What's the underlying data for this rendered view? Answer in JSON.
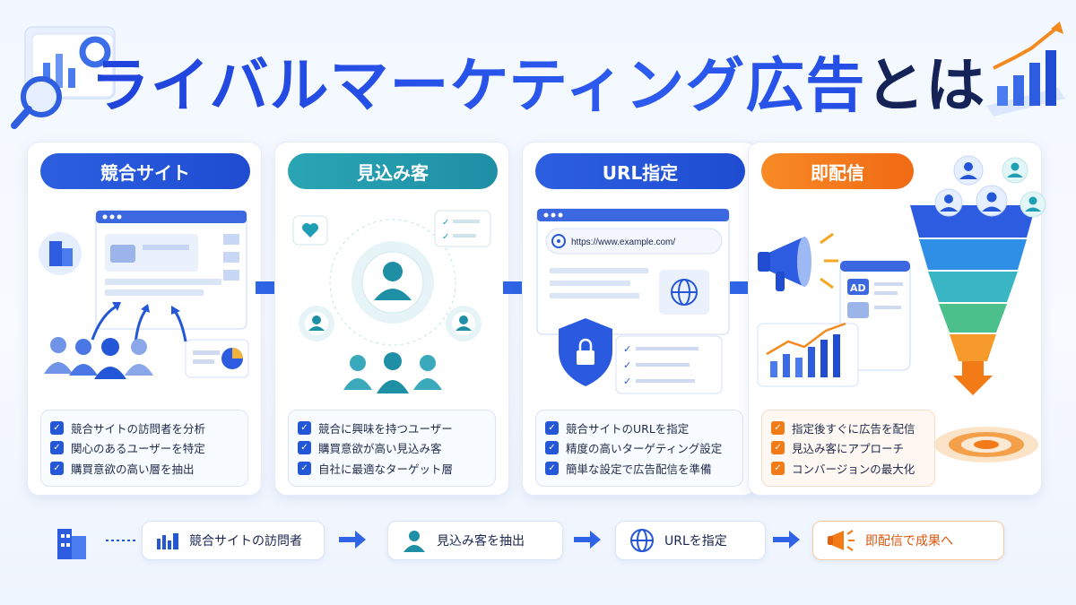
{
  "title": {
    "main": "ライバルマーケティング広告",
    "suffix": "とは"
  },
  "cards": [
    {
      "label": "競合サイト",
      "checks": [
        "競合サイトの訪問者を分析",
        "関心のあるユーザーを特定",
        "購買意欲の高い層を抽出"
      ]
    },
    {
      "label": "見込み客",
      "checks": [
        "競合に興味を持つユーザー",
        "購買意欲が高い見込み客",
        "自社に最適なターゲット層"
      ]
    },
    {
      "label": "URL指定",
      "url": "https://www.example.com/",
      "checks": [
        "競合サイトのURLを指定",
        "精度の高いターゲティング設定",
        "簡単な設定で広告配信を準備"
      ]
    },
    {
      "label": "即配信",
      "ad_label": "AD",
      "checks": [
        "指定後すぐに広告を配信",
        "見込み客にアプローチ",
        "コンバージョンの最大化"
      ]
    }
  ],
  "flow": [
    {
      "label": "競合サイトの訪問者",
      "icon": "building-chart-icon"
    },
    {
      "label": "見込み客を抽出",
      "icon": "person-icon"
    },
    {
      "label": "URLを指定",
      "icon": "globe-icon"
    },
    {
      "label": "即配信で成果へ",
      "icon": "megaphone-icon"
    }
  ],
  "colors": {
    "primary_blue": "#2456d8",
    "teal": "#2aa5b4",
    "orange": "#f27a17",
    "navy": "#162357"
  }
}
